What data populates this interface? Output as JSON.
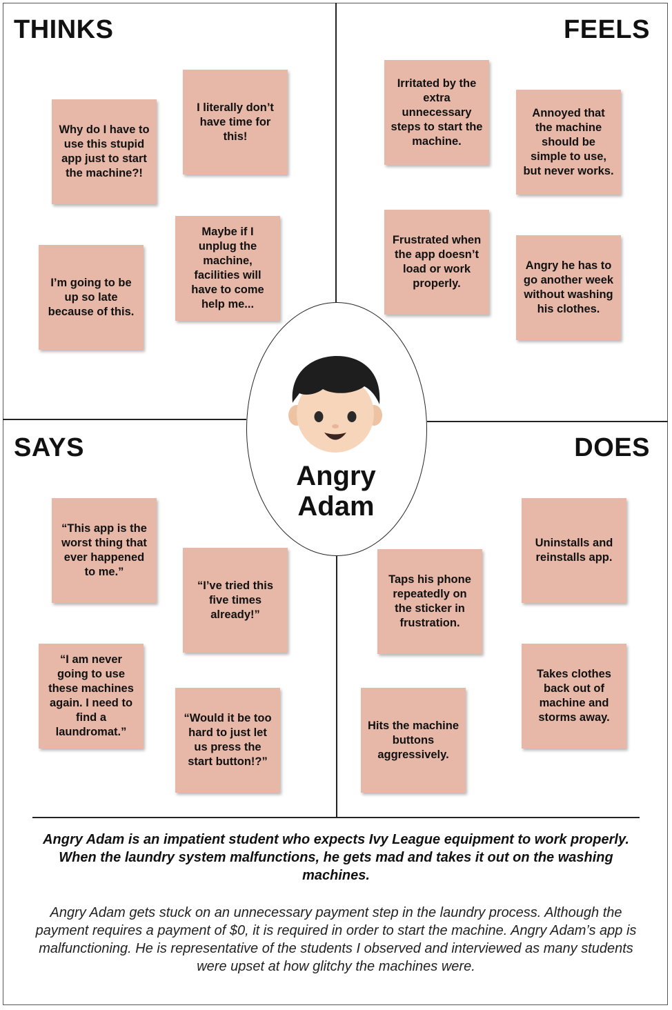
{
  "quadrants": {
    "thinks": {
      "title": "THINKS",
      "notes": [
        "Why do I have to use this stupid app just to start the machine?!",
        "I literally don’t have time for this!",
        "I’m going to be up so late because of this.",
        "Maybe if I unplug the machine, facilities will have to come help me..."
      ]
    },
    "feels": {
      "title": "FEELS",
      "notes": [
        "Irritated by the extra unnecessary steps to start the machine.",
        "Annoyed that the machine should be simple to use, but never works.",
        "Frustrated when the app doesn’t load or work properly.",
        "Angry he has to go another week without washing his clothes."
      ]
    },
    "says": {
      "title": "SAYS",
      "notes": [
        "“This app is the worst thing that ever happened to me.”",
        "“I’ve tried this five times already!”",
        "“I am never going to use these machines again. I need to find a laundromat.”",
        "“Would it be too hard to just let us press the start button!?”"
      ]
    },
    "does": {
      "title": "DOES",
      "notes": [
        "Uninstalls and reinstalls app.",
        "Taps his phone repeatedly on the sticker in frustration.",
        "Takes clothes back out of machine and storms away.",
        "Hits the machine buttons aggressively."
      ]
    }
  },
  "persona": {
    "name": "Angry Adam",
    "avatar_icon": "boy-face-icon"
  },
  "summary": "Angry Adam is an impatient student who expects Ivy League equipment to work properly. When the laundry system malfunctions, he gets mad and takes it out on the washing machines.",
  "description": "Angry Adam gets stuck on an unnecessary payment step in the laundry process. Although the payment requires a payment of $0, it is required in order to start the machine. Angry Adam’s app is malfunctioning. He is representative of the students I observed and interviewed as many students were upset at how glitchy the machines were.",
  "colors": {
    "sticky_note": "#e7b8a7",
    "lines": "#222222"
  }
}
